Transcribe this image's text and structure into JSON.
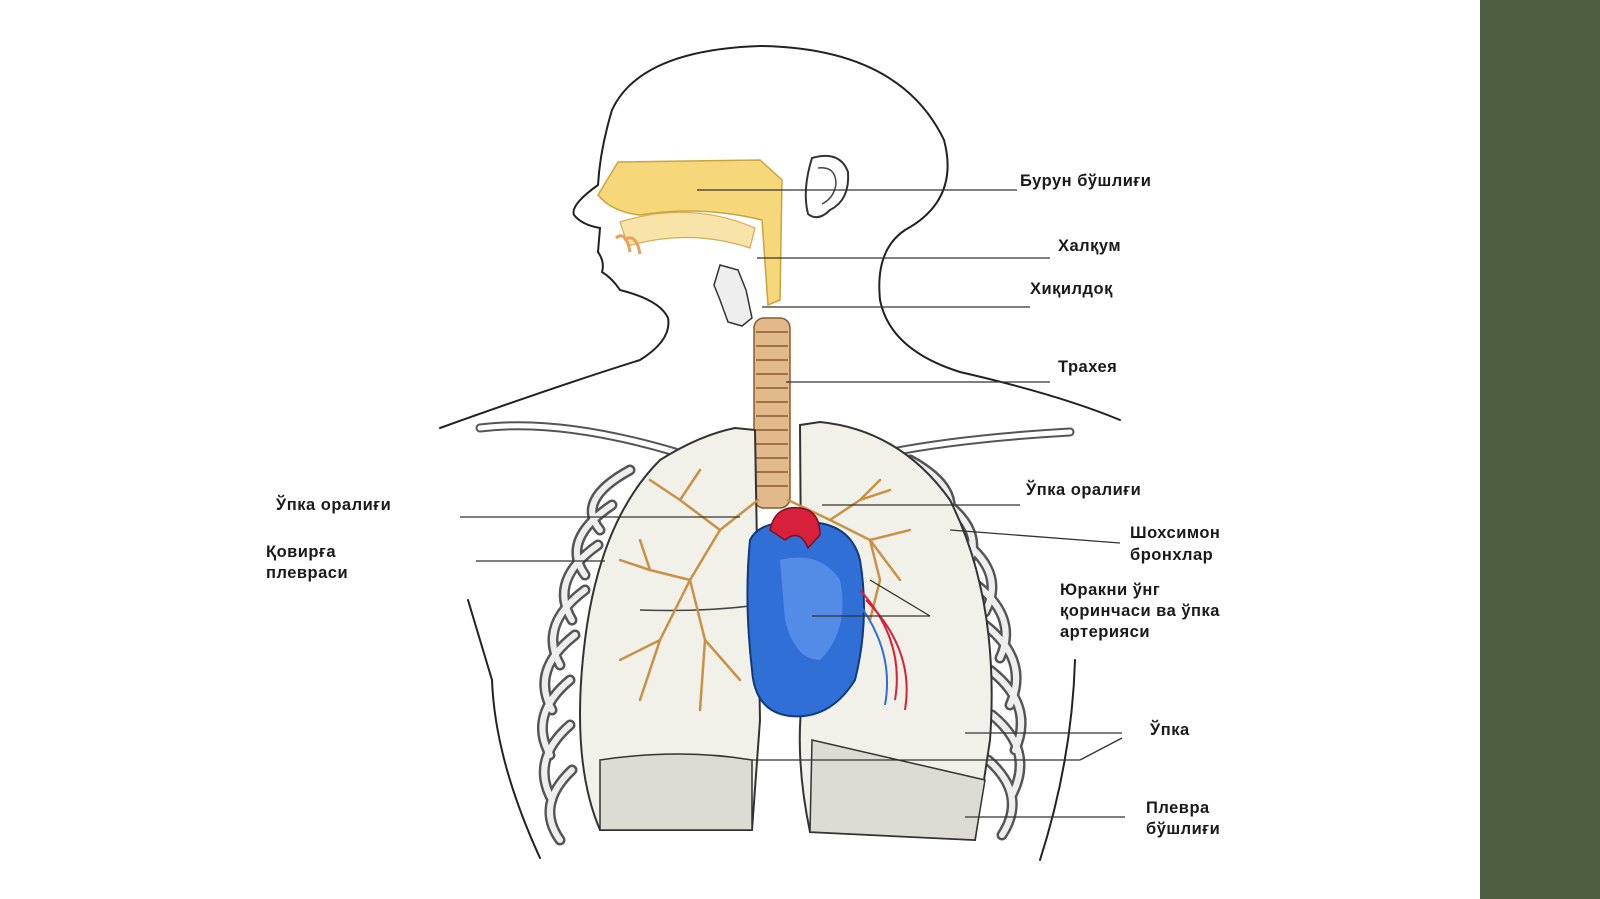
{
  "colors": {
    "side_bar": "#4d5d3e",
    "nasal": "#f6d87a",
    "trachea": "#e2b98a",
    "heart_blue": "#2f6fd6",
    "heart_red": "#d8203a",
    "bronchi": "#c99145",
    "lung_fill": "#f1f1ea"
  },
  "labels": {
    "nasal_cavity": "Бурун бўшлиғи",
    "pharynx": "Халқум",
    "larynx": "Хиқилдоқ",
    "trachea": "Трахея",
    "intrapulmonary_left": "Ўпка оралиғи",
    "intrapulmonary_right": "Ўпка оралиғи",
    "costal_pleura_line1": "Қовирға",
    "costal_pleura_line2": "плевраси",
    "bronchi_line1": "Шохсимон",
    "bronchi_line2": "бронхлар",
    "heart_line1": "Юракни ўнг",
    "heart_line2": "қоринчаси ва ўпка",
    "heart_line3": "артерияси",
    "lung": "Ўпка",
    "pleural_cavity_line1": "Плевра",
    "pleural_cavity_line2": "бўшлиғи"
  }
}
